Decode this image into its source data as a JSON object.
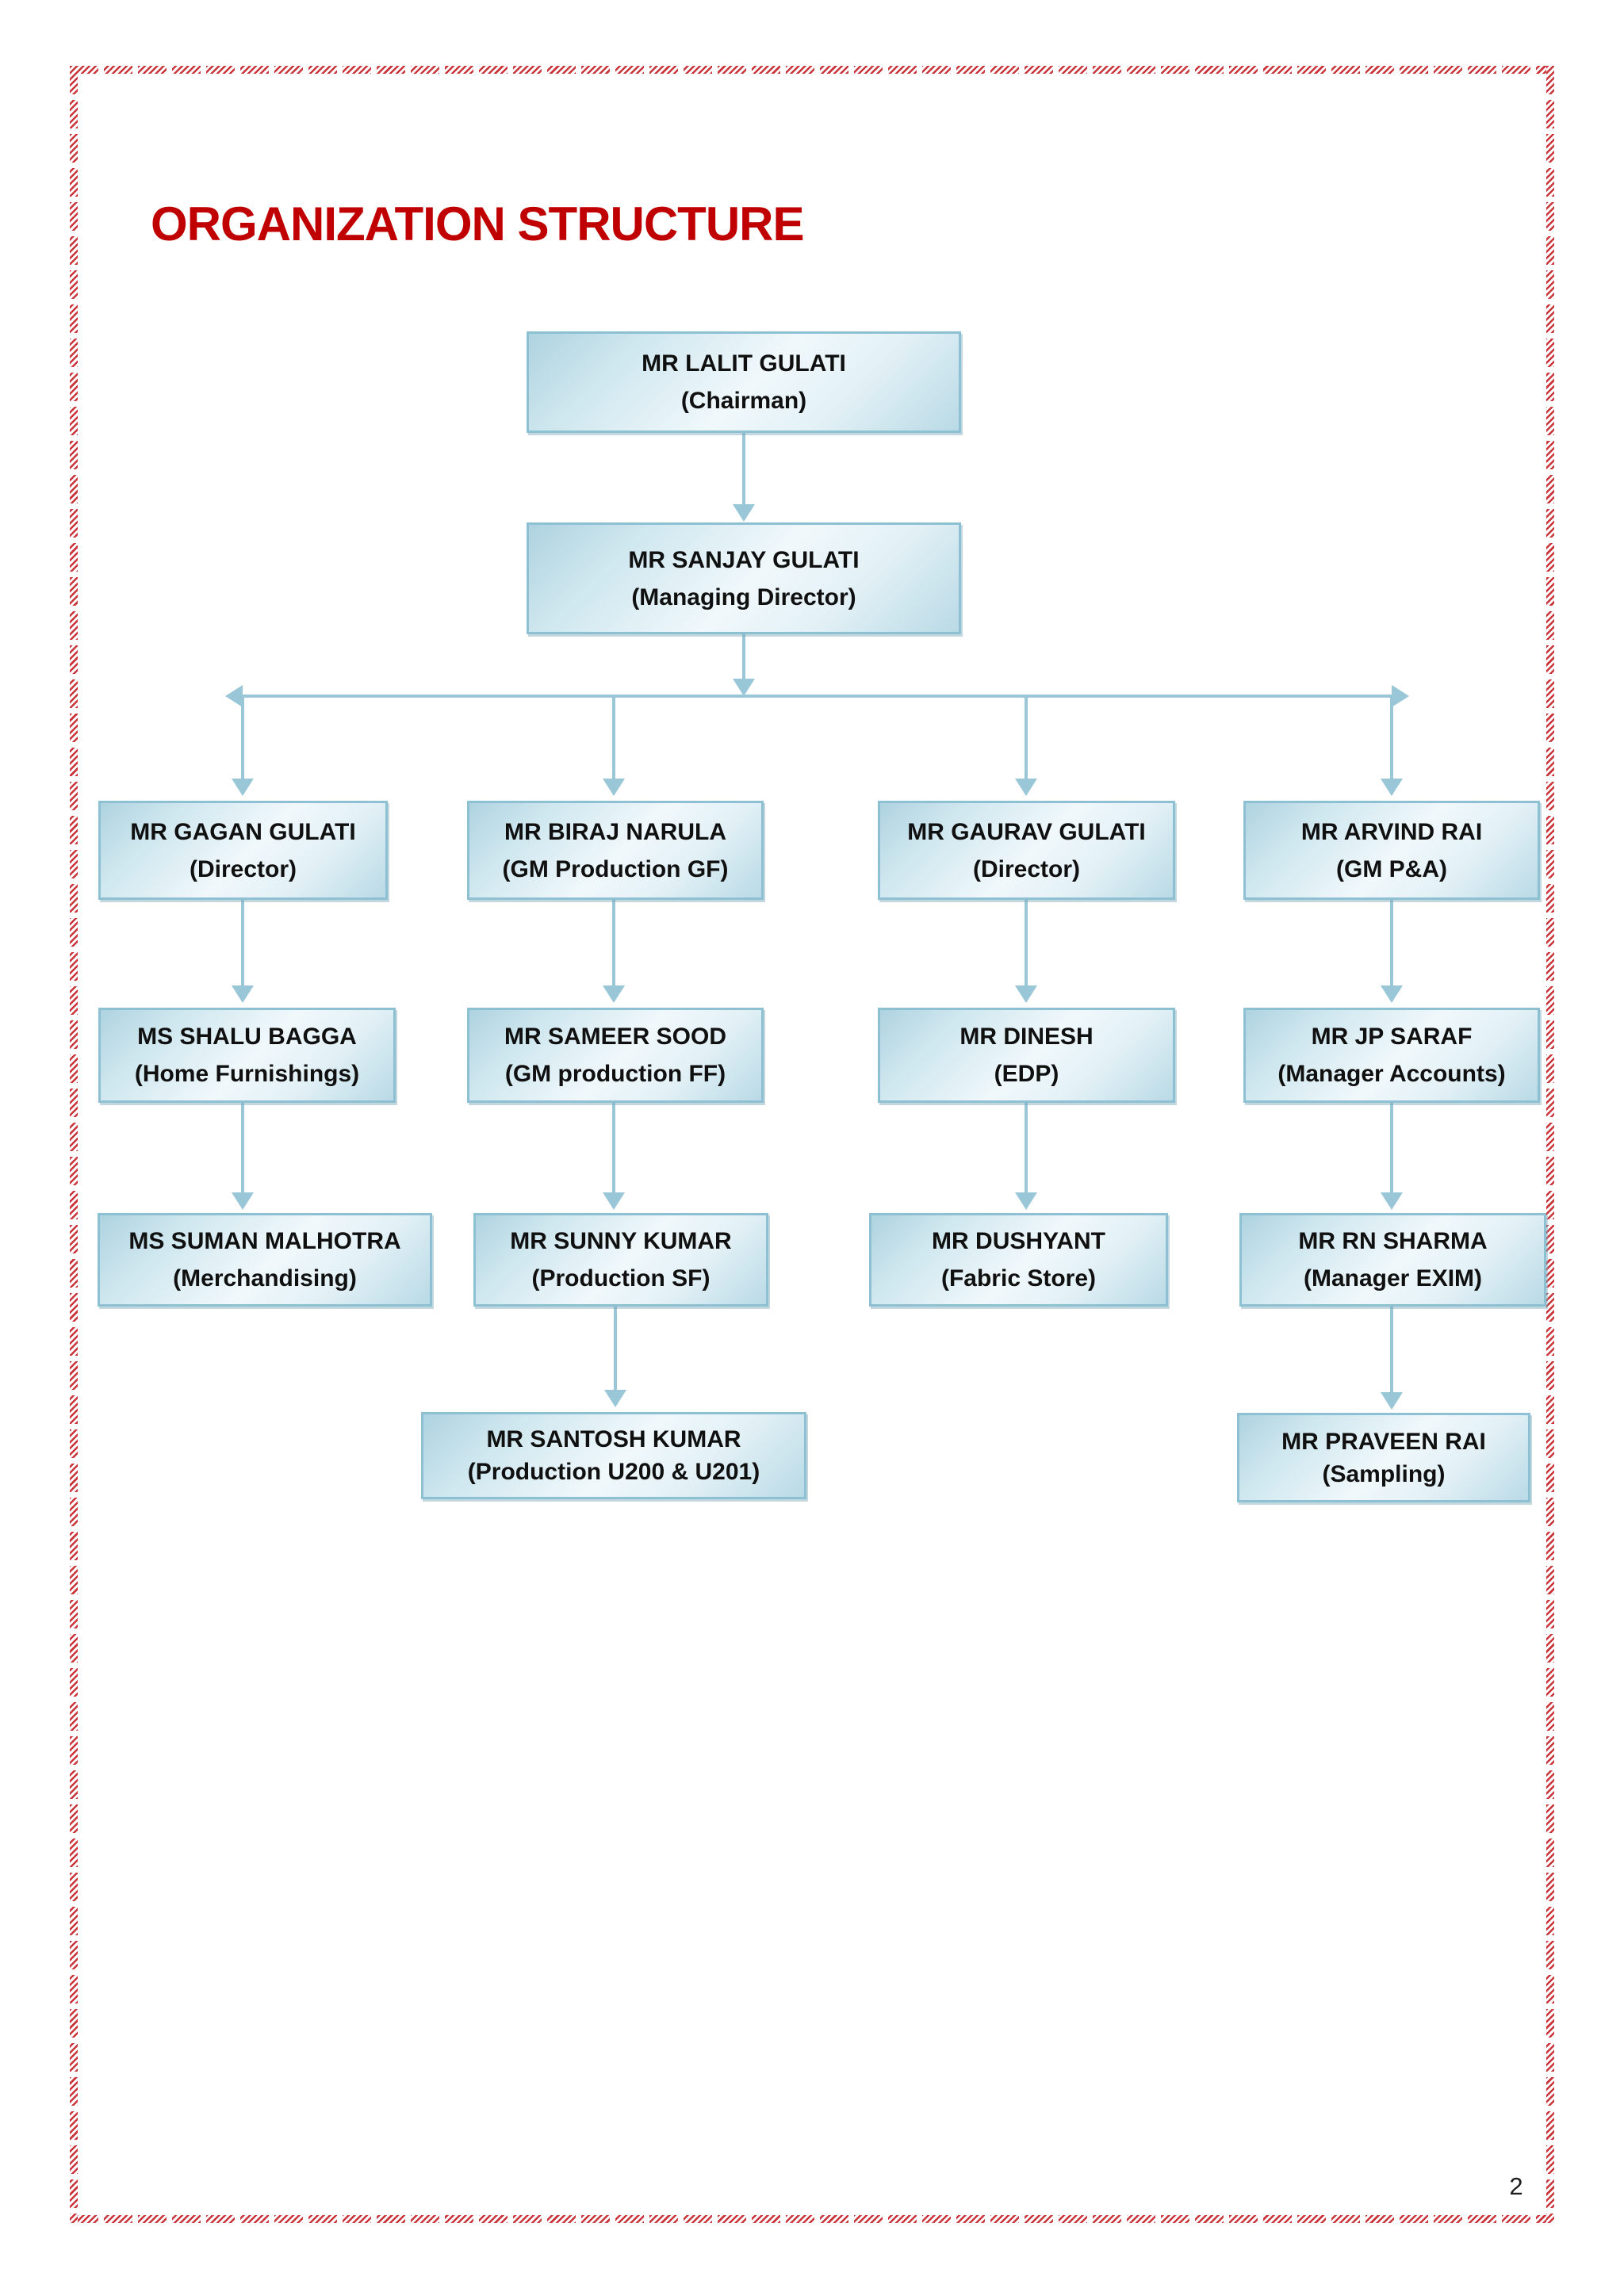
{
  "title": "ORGANIZATION STRUCTURE",
  "page_number": "2",
  "colors": {
    "title_color": "#C00000",
    "page_border": "#C9353A",
    "box_border": "#8CC0D2",
    "box_fill_edge": "#AED3E0",
    "box_fill_center": "#F0F8FB",
    "connector": "#99C7D8",
    "text_color": "#101010"
  },
  "org": {
    "chairman": {
      "name": "MR LALIT GULATI",
      "role": "(Chairman)"
    },
    "md": {
      "name": "MR SANJAY GULATI",
      "role": "(Managing Director)"
    },
    "gagan": {
      "name": "MR GAGAN GULATI",
      "role": "(Director)"
    },
    "biraj": {
      "name": "MR BIRAJ NARULA",
      "role": "(GM Production GF)"
    },
    "gaurav": {
      "name": "MR GAURAV GULATI",
      "role": "(Director)"
    },
    "arvind": {
      "name": "MR ARVIND RAI",
      "role": "(GM P&A)"
    },
    "shalu": {
      "name": "MS SHALU BAGGA",
      "role": "(Home Furnishings)"
    },
    "sameer": {
      "name": "MR SAMEER SOOD",
      "role": "(GM production FF)"
    },
    "dinesh": {
      "name": "MR DINESH",
      "role": "(EDP)"
    },
    "jp": {
      "name": "MR JP SARAF",
      "role": "(Manager Accounts)"
    },
    "suman": {
      "name": "MS SUMAN MALHOTRA",
      "role": "(Merchandising)"
    },
    "sunny": {
      "name": "MR SUNNY KUMAR",
      "role": "(Production SF)"
    },
    "dushyant": {
      "name": "MR DUSHYANT",
      "role": "(Fabric Store)"
    },
    "rn": {
      "name": "MR RN SHARMA",
      "role": "(Manager EXIM)"
    },
    "santosh": {
      "name": "MR SANTOSH KUMAR",
      "role": "(Production U200 & U201)"
    },
    "praveen": {
      "name": "MR PRAVEEN RAI",
      "role": "(Sampling)"
    }
  },
  "hierarchy": {
    "edges": [
      [
        "chairman",
        "md"
      ],
      [
        "md",
        "gagan"
      ],
      [
        "md",
        "biraj"
      ],
      [
        "md",
        "gaurav"
      ],
      [
        "md",
        "arvind"
      ],
      [
        "gagan",
        "shalu"
      ],
      [
        "shalu",
        "suman"
      ],
      [
        "biraj",
        "sameer"
      ],
      [
        "sameer",
        "sunny"
      ],
      [
        "sunny",
        "santosh"
      ],
      [
        "gaurav",
        "dinesh"
      ],
      [
        "dinesh",
        "dushyant"
      ],
      [
        "arvind",
        "jp"
      ],
      [
        "jp",
        "rn"
      ],
      [
        "rn",
        "praveen"
      ]
    ]
  }
}
